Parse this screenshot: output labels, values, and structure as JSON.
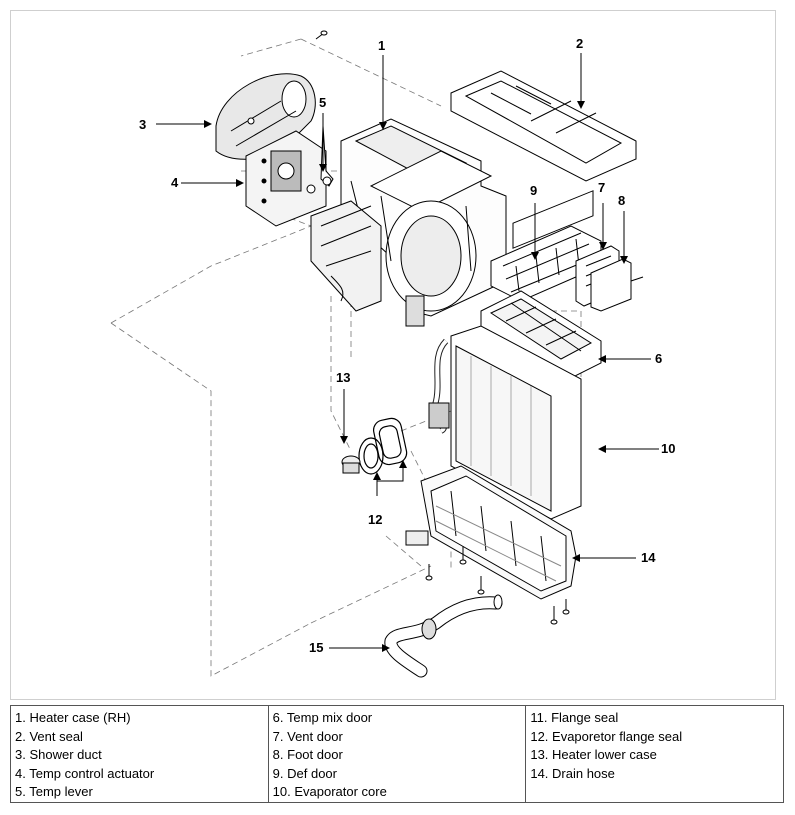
{
  "callouts": [
    "1",
    "2",
    "3",
    "4",
    "5",
    "6",
    "7",
    "8",
    "9",
    "10",
    "12",
    "13",
    "14",
    "15"
  ],
  "legend": {
    "col1": [
      "1. Heater case (RH)",
      "2. Vent seal",
      "3. Shower duct",
      "4. Temp control actuator",
      "5. Temp lever"
    ],
    "col2": [
      "6. Temp mix door",
      "7. Vent door",
      "8. Foot door",
      "9. Def door",
      "10. Evaporator core"
    ],
    "col3": [
      "11. Flange seal",
      "12. Evaporetor flange seal",
      "13. Heater lower case",
      "14. Drain hose"
    ]
  }
}
